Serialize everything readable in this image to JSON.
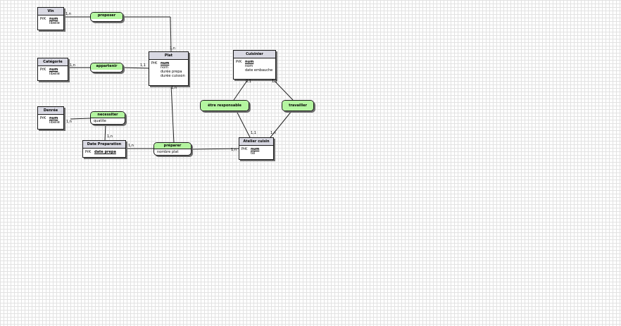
{
  "entities": {
    "vin": {
      "title": "Vin",
      "pk_label": "PrK",
      "key": "num",
      "attrs": [
        "libelle"
      ]
    },
    "categorie": {
      "title": "Catégorie",
      "pk_label": "PrK",
      "key": "num",
      "attrs": [
        "libelle"
      ]
    },
    "denree": {
      "title": "Denrée",
      "pk_label": "PrK",
      "key": "num",
      "attrs": [
        "libelle"
      ]
    },
    "plat": {
      "title": "Plat",
      "pk_label": "PrK",
      "key": "num",
      "attrs": [
        "nom",
        "durée prepa",
        "durée cuisson"
      ]
    },
    "cuisinier": {
      "title": "Cuisinier",
      "pk_label": "PrK",
      "key": "num",
      "attrs": [
        "nom",
        "date embauche"
      ]
    },
    "atelier": {
      "title": "Atelier cuisin",
      "pk_label": "PrK",
      "key": "num",
      "attrs": [
        "tel"
      ]
    },
    "date_preparation": {
      "title": "Date Preparation",
      "pk_label": "PrK",
      "key": "date prepa",
      "attrs": []
    }
  },
  "associations": {
    "proposer": {
      "title": "proposer"
    },
    "appartenir": {
      "title": "appartenir"
    },
    "necessiter": {
      "title": "necessiter",
      "attr": "quatite"
    },
    "preparer": {
      "title": "préparer",
      "attr": "nombre plat"
    },
    "etre_responsable": {
      "title": "être responsable"
    },
    "travailler": {
      "title": "travailler"
    }
  },
  "cardinalities": {
    "vin_proposer": "1,n",
    "plat_proposer": "1,n",
    "categorie_appartenir": "1,n",
    "plat_appartenir": "1,1",
    "plat_preparer": "1,n",
    "denree_necessiter": "1,n",
    "date_necessiter": "1,n",
    "date_preparer": "1,n",
    "atelier_preparer": "1,n",
    "cuisinier_responsable": "0,1",
    "cuisinier_travailler": "1,1",
    "atelier_responsable": "1,1",
    "atelier_travailler": "1,n"
  }
}
